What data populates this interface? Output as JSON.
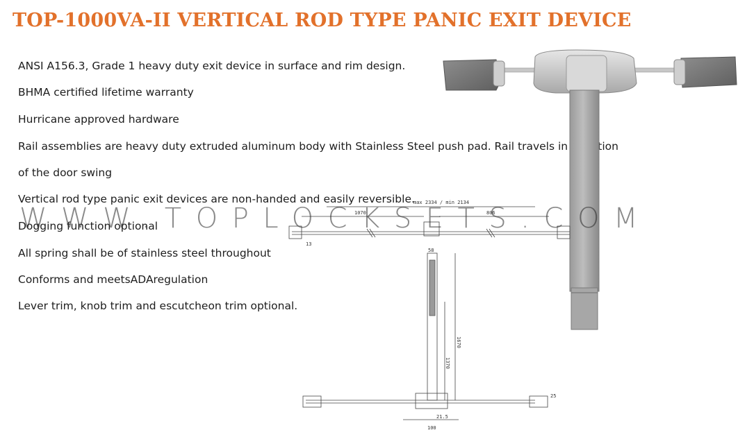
{
  "title": "TOP-1000VA-II  VERTICAL ROD TYPE PANIC EXIT DEVICE",
  "features": [
    " ANSI A156.3, Grade 1 heavy duty exit device in surface and rim design.",
    "BHMA certified lifetime warranty",
    "Hurricane approved hardware",
    "Rail assemblies are heavy duty extruded aluminum body with Stainless Steel push pad. Rail travels in direction",
    "of the door swing",
    "Vertical rod type panic exit devices are non-handed and easily reversible.",
    "Dogging function optional",
    "All spring shall be of stainless steel throughout",
    "Conforms and meetsADAregulation",
    "Lever trim, knob trim and escutcheon trim optional."
  ],
  "watermark": "WWW.TOPLOCKSETS.COM",
  "drawing_labels": {
    "total_length": "max 2334 / min 2134",
    "left_dim": "1070",
    "right_dim": "806",
    "end_dim": "13",
    "height_dim": "1670",
    "inner_dim": "1370",
    "base_dim": "100",
    "pad_dim": "21.5",
    "top_dim": "58",
    "small_dim": "25"
  },
  "colors": {
    "title": "#e2712b",
    "text": "#1d1d1d",
    "metal_light": "#d0d0d0",
    "metal_dark": "#8f8f8f"
  }
}
